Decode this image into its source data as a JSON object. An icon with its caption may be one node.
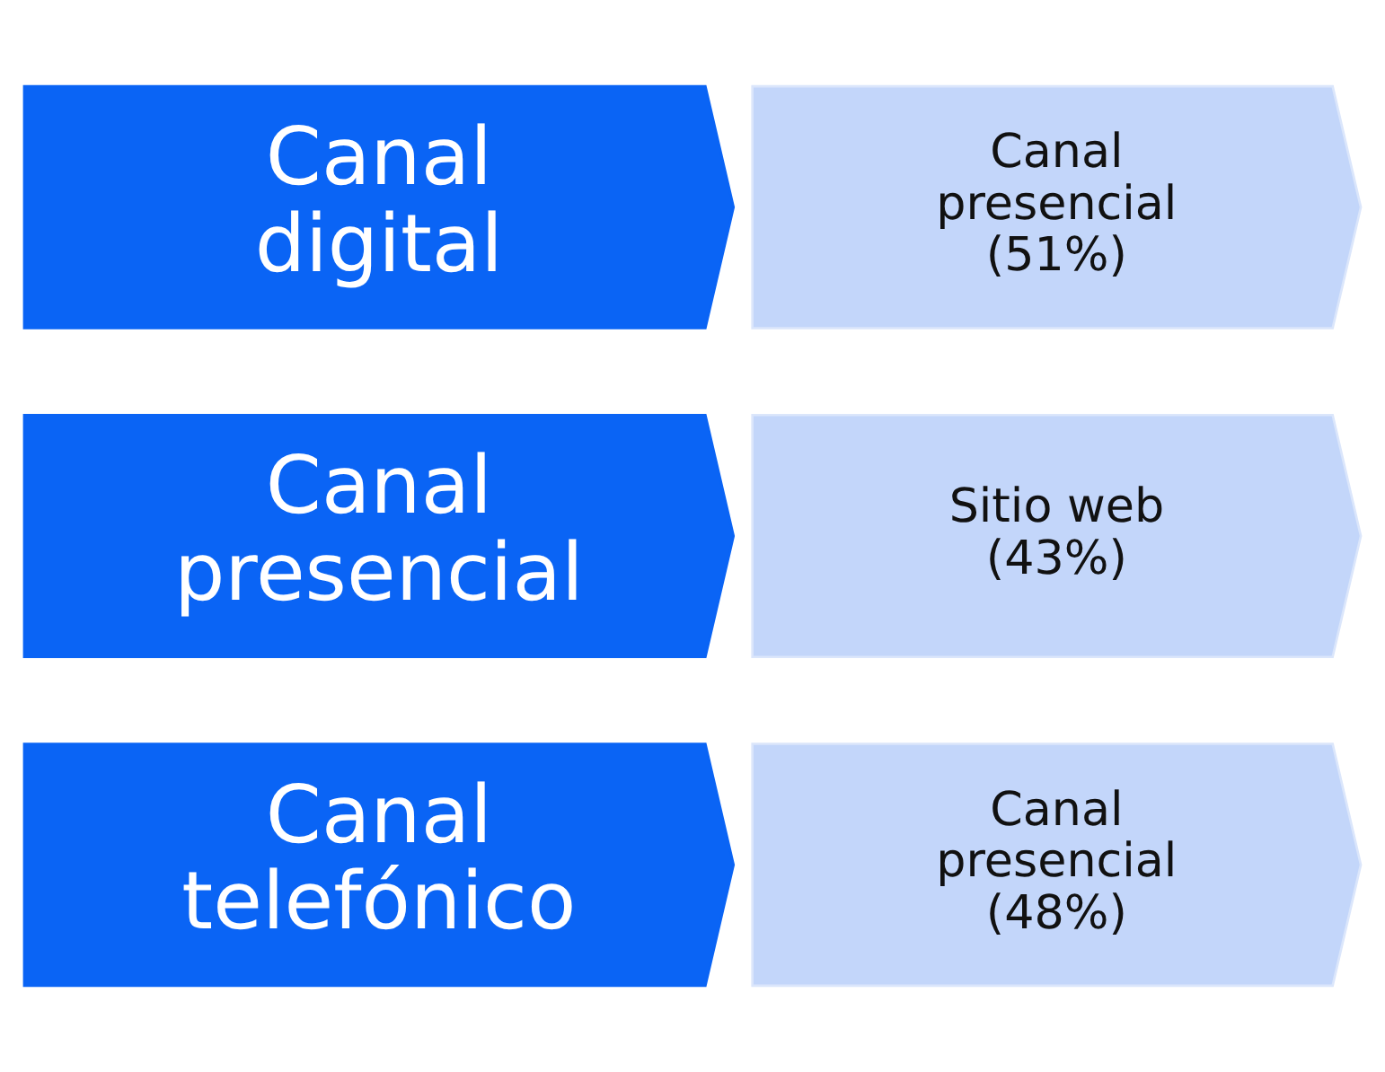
{
  "diagram": {
    "nodes": [
      {
        "text": [
          "Canal telefónico"
        ]
      },
      {
        "text": [
          "Canal presencial (48%)"
        ]
      },
      {
        "text": [
          "Canal presencial"
        ]
      },
      {
        "text": [
          "Sitio web (43%)"
        ]
      },
      {
        "text": [
          "Canal digital"
        ]
      },
      {
        "text": [
          "Canal presencial (51%)"
        ]
      }
    ],
    "edges": []
  }
}
